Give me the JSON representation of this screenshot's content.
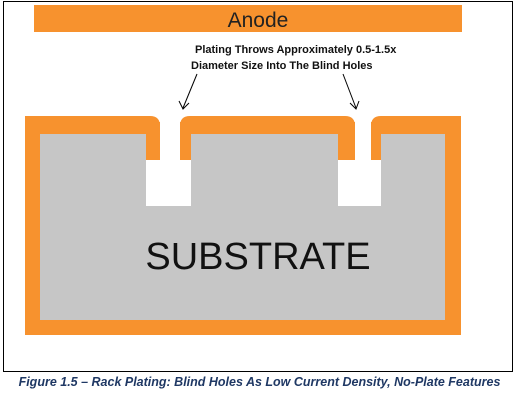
{
  "anode_label": "Anode",
  "annotation": {
    "line1": "Plating Throws Approximately 0.5-1.5x",
    "line2": "Diameter Size Into The Blind Holes"
  },
  "substrate_label": "SUBSTRATE",
  "caption": "Figure 1.5 – Rack Plating:  Blind Holes As Low Current Density, No-Plate Features",
  "colors": {
    "plating_orange": "#f7922e",
    "substrate_gray": "#c6c6c6",
    "caption_blue": "#1f3864"
  }
}
